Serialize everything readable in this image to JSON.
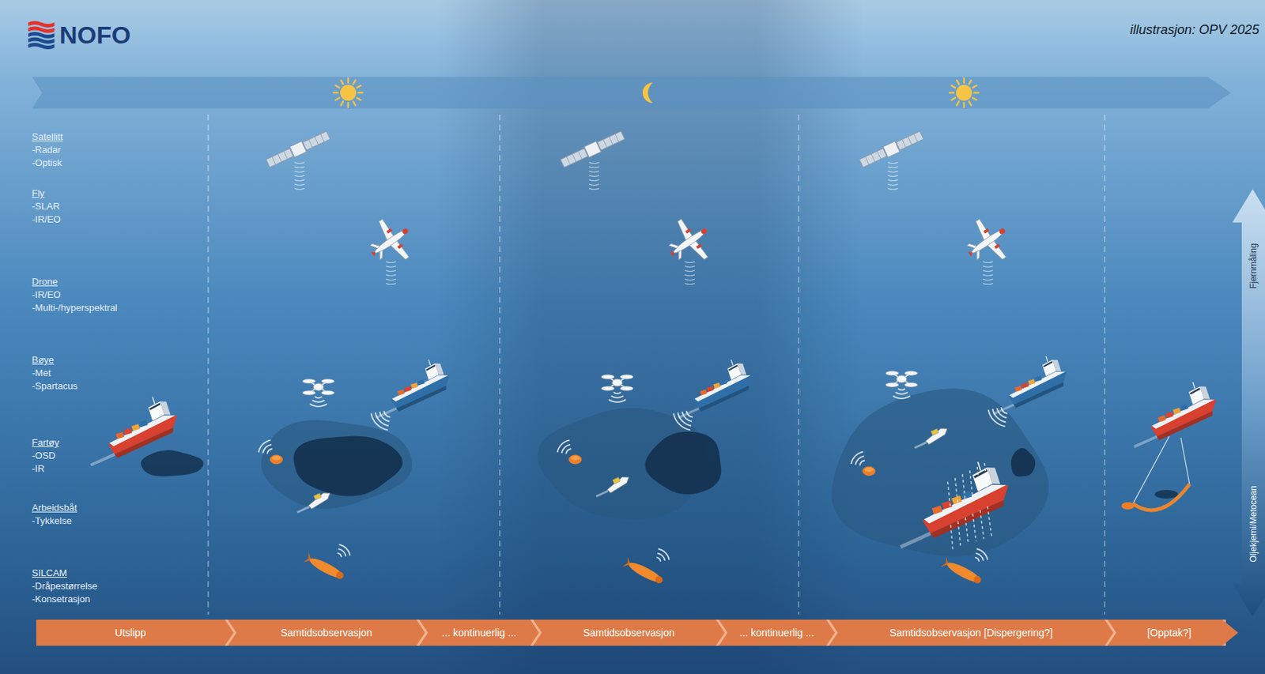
{
  "diagram": {
    "nodes": [
      {
        "text": [
          "Utslipp"
        ]
      },
      {
        "text": [
          "Samtidsobservasjon"
        ]
      },
      {
        "text": [
          "... kontinuerlig ..."
        ]
      },
      {
        "text": [
          "Samtidsobservasjon"
        ]
      },
      {
        "text": [
          "... kontinuerlig ..."
        ]
      },
      {
        "text": [
          "Samtidsobservasjon [Dispergering?]"
        ]
      },
      {
        "text": [
          "[Opptak?]"
        ]
      },
      {
        "text": [
          "Fjernmåling",
          "Oljekjemi/Metocean"
        ]
      }
    ],
    "labels": [
      "NOFO",
      "illustrasjon: OPV 2025",
      "Satellitt",
      "-Radar",
      "-Optisk",
      "Fly",
      "-SLAR",
      "-IR/EO",
      "Drone",
      "-IR/EO",
      "-Multi-/hyperspektral",
      "Bøye",
      "-Met",
      "-Spartacus",
      "Fartøy",
      "-OSD",
      "-IR",
      "Arbeidsbåt",
      "-Tykkelse",
      "SILCAM",
      "-Dråpestørrelse",
      "-Konsetrasjon"
    ]
  }
}
